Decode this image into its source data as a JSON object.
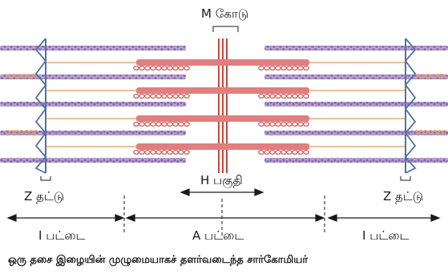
{
  "labels": {
    "m_line": "M கோடு",
    "h_zone": "H பகுதி",
    "z_disc_left": "Z தட்டு",
    "z_disc_right": "Z தட்டு",
    "i_band_left": "I பட்டை",
    "a_band": "A பட்டை",
    "i_band_right": "I பட்டை"
  },
  "caption": "ஒரு தசை இழையின் முழுமையாகச் தளர்வடைந்த சார்கோமியர்",
  "colors": {
    "actin": "#8c6ab0",
    "myosin_shaft": "#e07f7f",
    "myosin_heads": "#d95c5c",
    "m_line": "#c8473e",
    "z_disc": "#4f73a0",
    "titin": "#e39a5c",
    "text": "#1a1a1a"
  }
}
